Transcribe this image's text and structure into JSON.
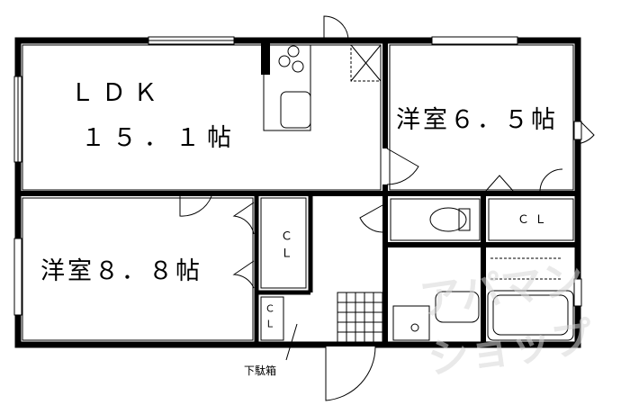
{
  "rooms": {
    "ldk": {
      "name": "ＬＤＫ",
      "size": "１５．１帖"
    },
    "western_room_1": {
      "label": "洋室６．５帖"
    },
    "western_room_2": {
      "label": "洋室８．８帖"
    }
  },
  "closets": {
    "closet_right": "ＣＬ",
    "closet_center": "ＣＬ",
    "closet_small": "ＣＬ"
  },
  "shoe_cabinet": "下駄箱",
  "watermark": "アパマンショップ"
}
